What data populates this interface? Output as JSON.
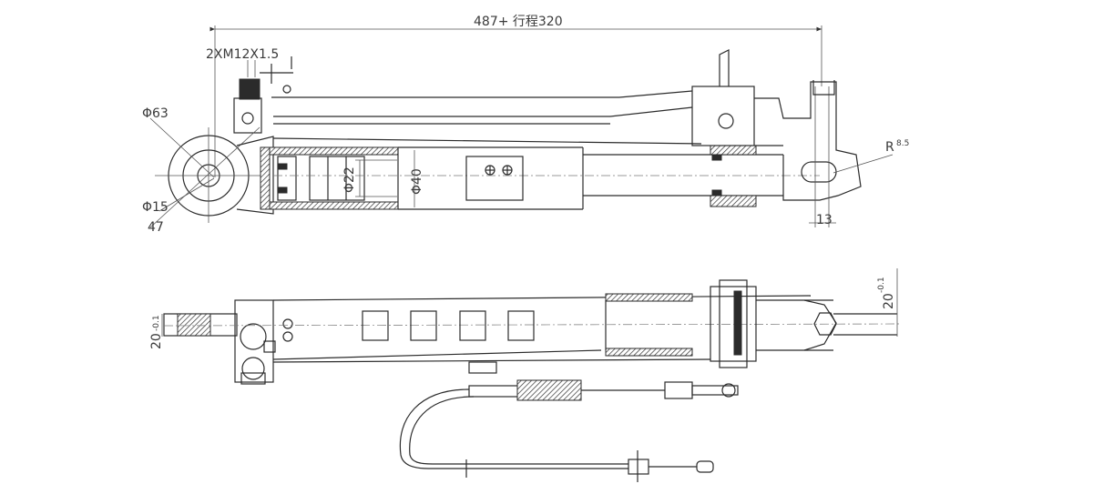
{
  "drawing": {
    "top_view": {
      "overall_length": "487+ 行程320",
      "thread_spec": "2XM12X1.5",
      "outer_diameter": "Φ63",
      "hole_diameter": "Φ15",
      "boss_diameter": "47",
      "rod_diameter": "Φ22",
      "bore_diameter": "Φ40",
      "slot_radius_prefix": "R",
      "slot_radius_value": "8.5",
      "slot_width": "13"
    },
    "bottom_view": {
      "left_shaft_size": "20",
      "left_shaft_tol": "-0.1",
      "right_shaft_size": "20",
      "right_shaft_tol": "-0.1"
    }
  }
}
